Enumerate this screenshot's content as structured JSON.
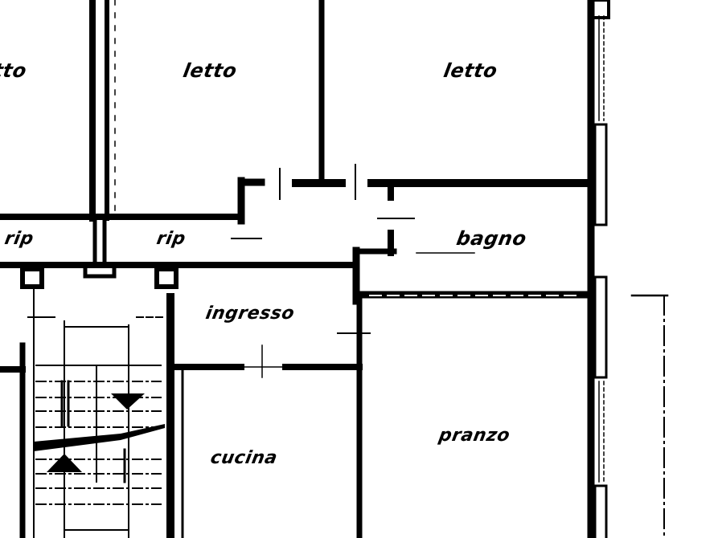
{
  "plan": {
    "title": "",
    "colors": {
      "ink": "#000000",
      "paper": "#ffffff"
    },
    "rooms": [
      {
        "id": "letto-left-partial",
        "label": "tto"
      },
      {
        "id": "letto-1",
        "label": "letto"
      },
      {
        "id": "letto-2",
        "label": "letto"
      },
      {
        "id": "rip-1",
        "label": "rip"
      },
      {
        "id": "rip-2",
        "label": "rip"
      },
      {
        "id": "bagno",
        "label": "bagno"
      },
      {
        "id": "ingresso",
        "label": "ingresso"
      },
      {
        "id": "cucina",
        "label": "cucina"
      },
      {
        "id": "pranzo",
        "label": "pranzo"
      }
    ],
    "stair": {
      "up_arrow": "up-arrow",
      "down_arrow": "down-arrow"
    }
  }
}
